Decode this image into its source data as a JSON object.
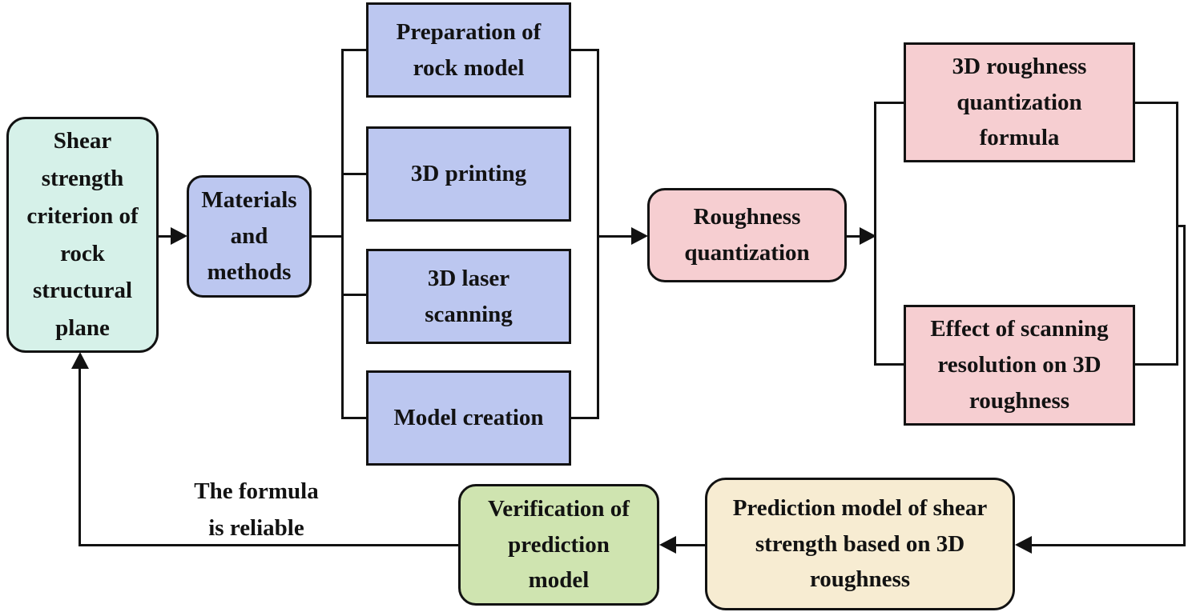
{
  "flowchart": {
    "nodes": {
      "shear_strength": {
        "label": "Shear\nstrength\ncriterion of\nrock\nstructural\nplane",
        "fill": "#d6f1e9"
      },
      "materials": {
        "label": "Materials\nand\nmethods",
        "fill": "#bcc7f0"
      },
      "preparation": {
        "label": "Preparation of\nrock model",
        "fill": "#bcc7f0"
      },
      "printing": {
        "label": "3D printing",
        "fill": "#bcc7f0"
      },
      "laser_scanning": {
        "label": "3D laser\nscanning",
        "fill": "#bcc7f0"
      },
      "model_creation": {
        "label": "Model creation",
        "fill": "#bcc7f0"
      },
      "roughness_quantization": {
        "label": "Roughness\nquantization",
        "fill": "#f6ced1"
      },
      "quantization_formula": {
        "label": "3D roughness\nquantization\nformula",
        "fill": "#f6ced1"
      },
      "scanning_resolution_effect": {
        "label": "Effect of scanning\nresolution on 3D\nroughness",
        "fill": "#f6ced1"
      },
      "prediction_model": {
        "label": "Prediction model of shear\nstrength based on 3D\nroughness",
        "fill": "#f7ecd2"
      },
      "verification": {
        "label": "Verification of\nprediction\nmodel",
        "fill": "#cfe4b0"
      }
    },
    "edge_label": "The formula\nis reliable",
    "colors": {
      "border": "#121212",
      "line": "#121212",
      "text": "#121212",
      "background": "#ffffff"
    }
  }
}
